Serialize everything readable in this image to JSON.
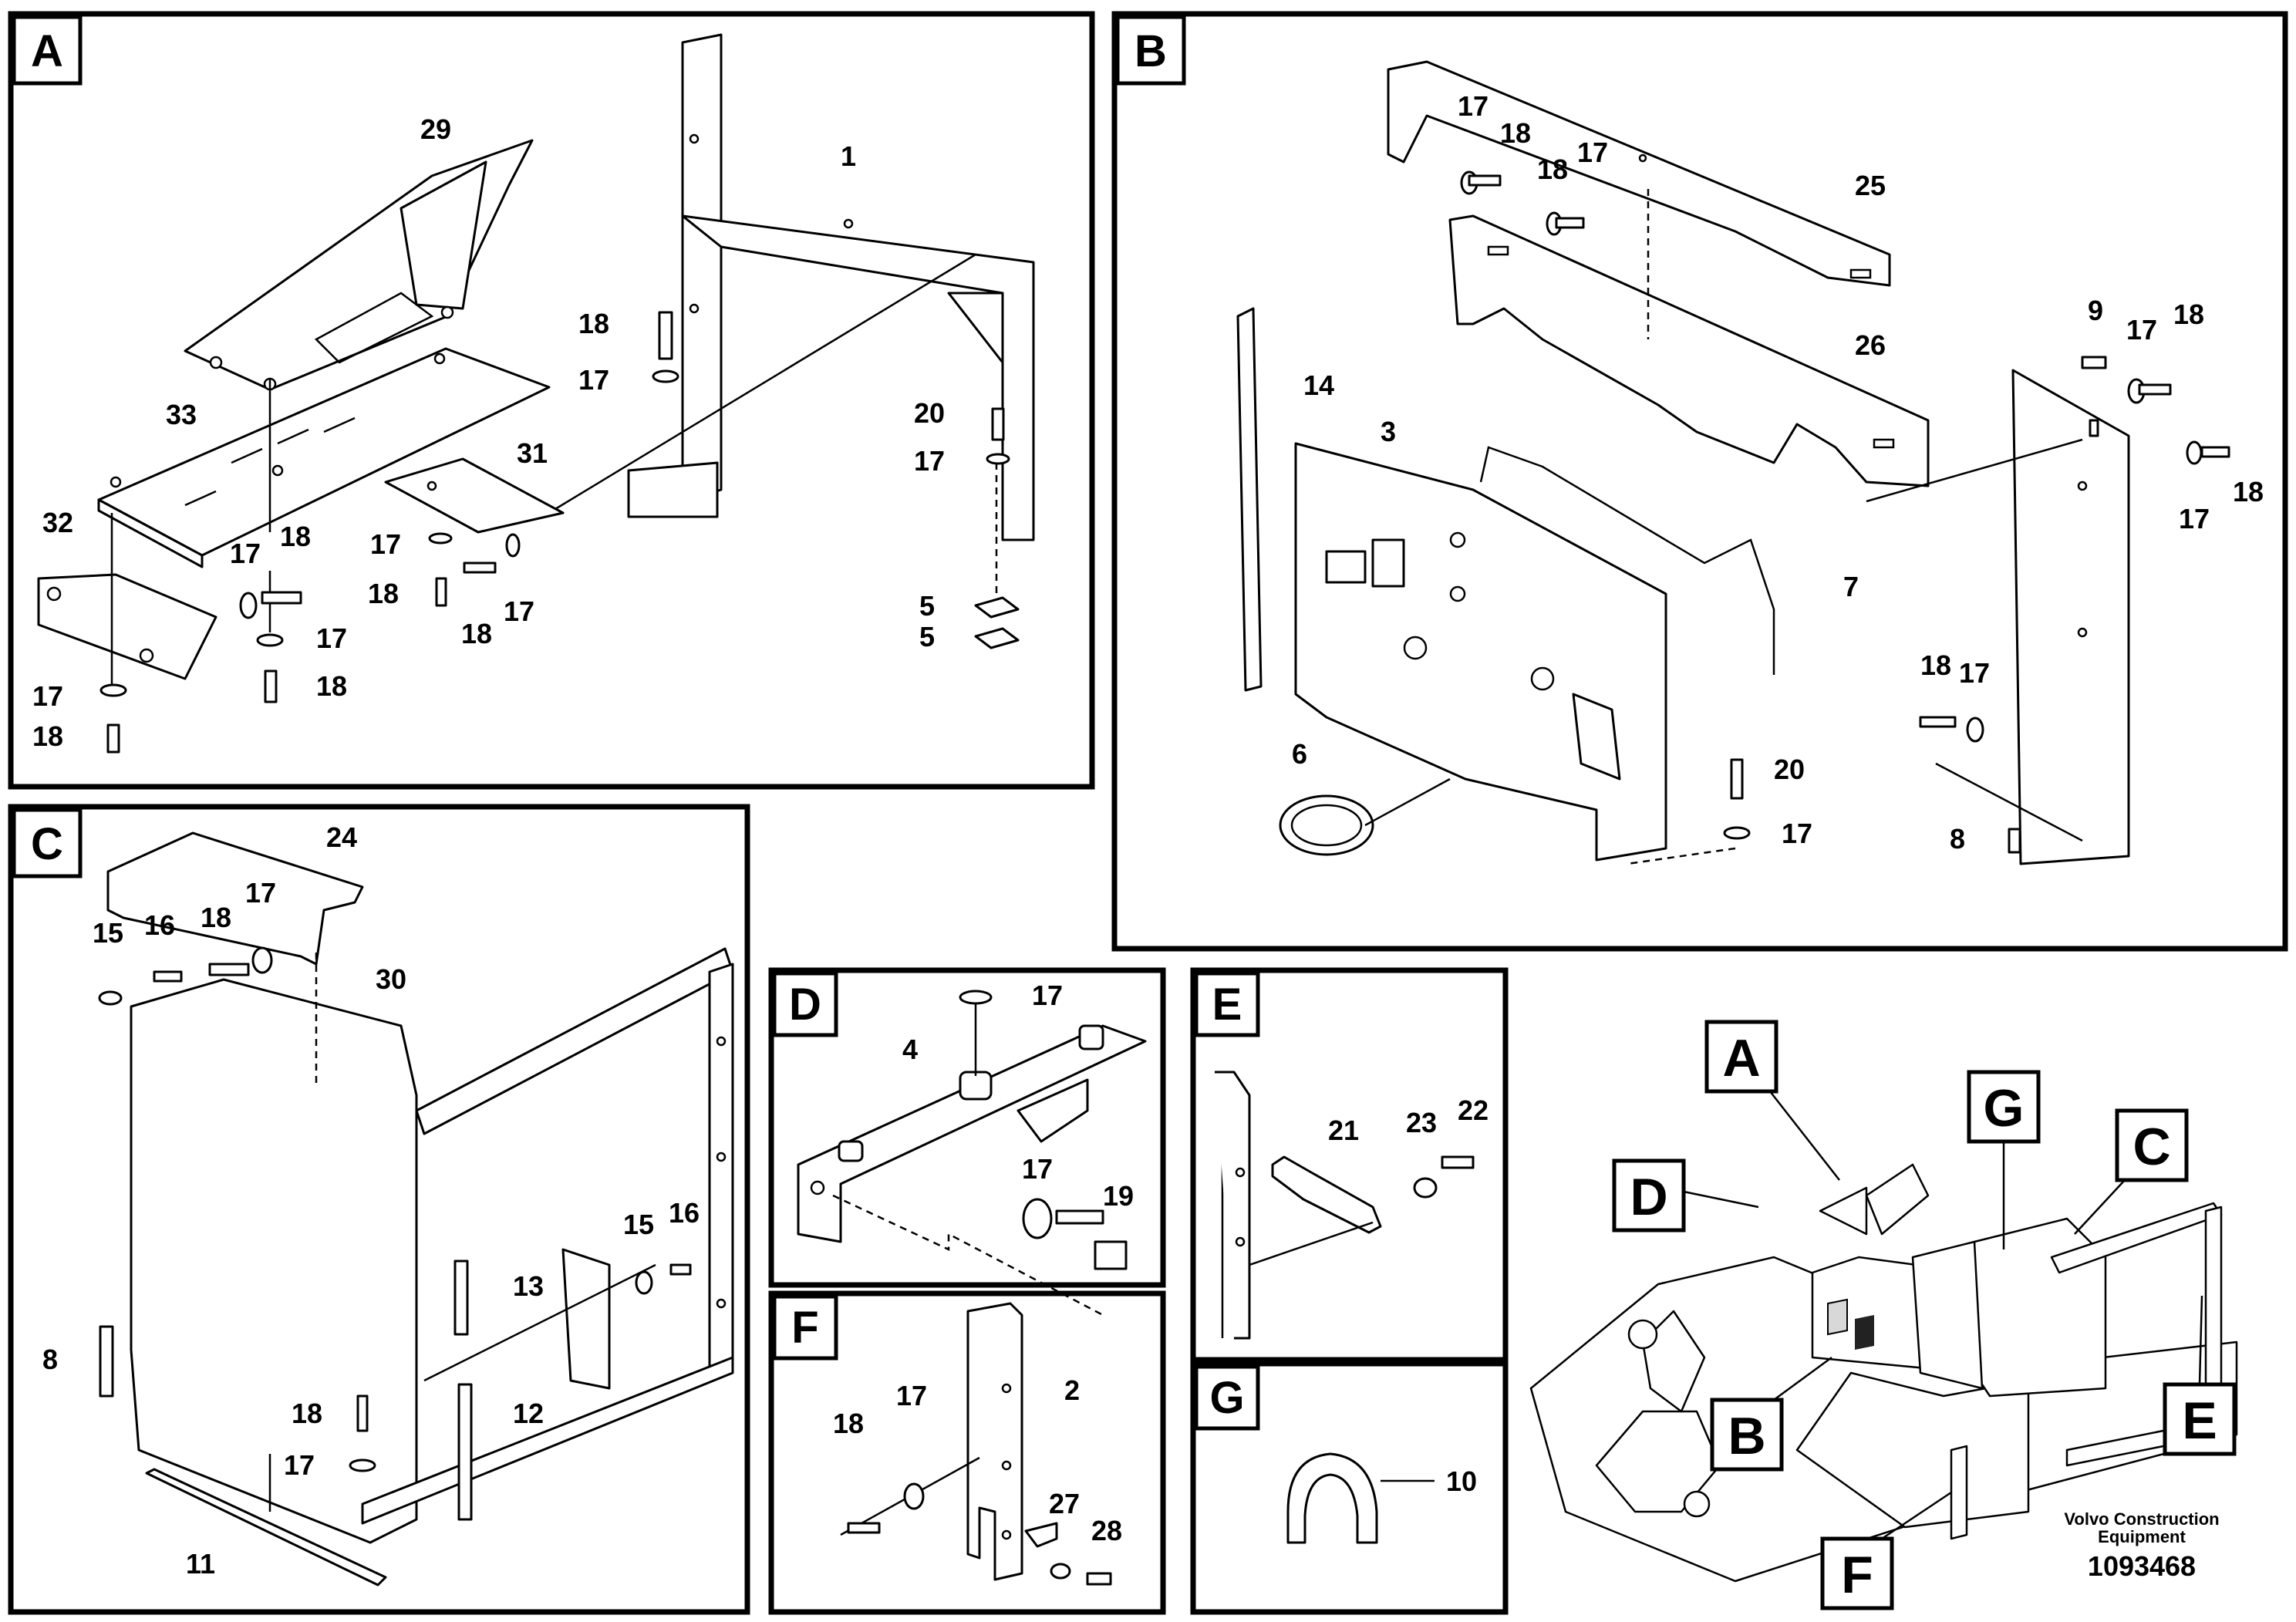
{
  "panels": [
    {
      "id": "A",
      "label": "A"
    },
    {
      "id": "B",
      "label": "B"
    },
    {
      "id": "C",
      "label": "C"
    },
    {
      "id": "D",
      "label": "D"
    },
    {
      "id": "E",
      "label": "E"
    },
    {
      "id": "F",
      "label": "F"
    },
    {
      "id": "G",
      "label": "G"
    }
  ],
  "callouts": {
    "A": [
      "29",
      "1",
      "18",
      "17",
      "33",
      "31",
      "20",
      "17",
      "32",
      "18",
      "17",
      "17",
      "18",
      "17",
      "18",
      "17",
      "17",
      "5",
      "5",
      "18",
      "17",
      "18"
    ],
    "B": [
      "17",
      "18",
      "17",
      "18",
      "25",
      "26",
      "9",
      "17",
      "18",
      "14",
      "3",
      "17",
      "18",
      "7",
      "18",
      "17",
      "20",
      "6",
      "17",
      "8"
    ],
    "C": [
      "24",
      "17",
      "15",
      "16",
      "18",
      "30",
      "15",
      "16",
      "13",
      "8",
      "18",
      "12",
      "17",
      "11"
    ],
    "D": [
      "17",
      "4",
      "17",
      "19"
    ],
    "E": [
      "21",
      "23",
      "22"
    ],
    "F": [
      "2",
      "18",
      "17",
      "27",
      "28"
    ],
    "G": [
      "10"
    ]
  },
  "overview": {
    "tags": [
      "A",
      "G",
      "C",
      "D",
      "E",
      "B",
      "F"
    ]
  },
  "footer": {
    "brand_line1": "Volvo Construction",
    "brand_line2": "Equipment",
    "drawing_number": "1093468"
  }
}
